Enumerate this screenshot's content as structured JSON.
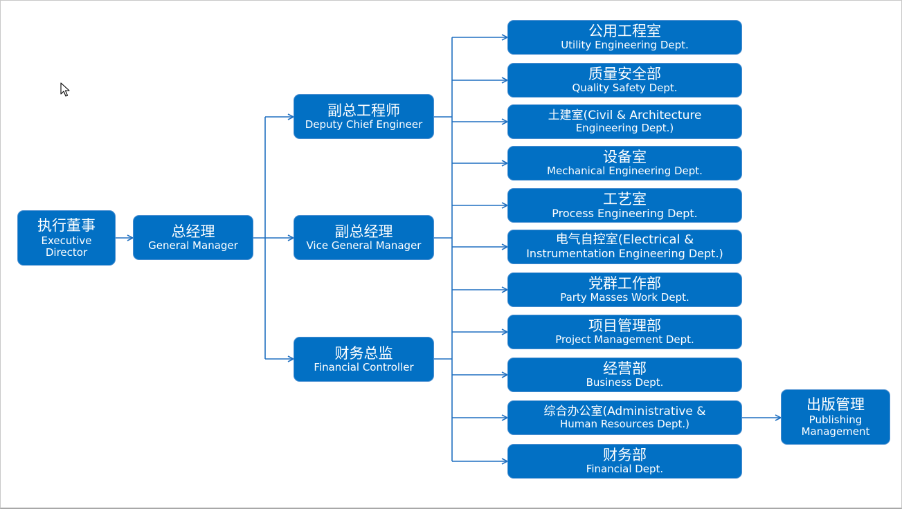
{
  "colors": {
    "box_fill": "#0270c4",
    "line": "#1f6fc0",
    "text": "#ffffff"
  },
  "cursor_icon": "mouse-pointer-icon",
  "nodes": {
    "executive_director": {
      "zh": "执行董事",
      "en": "Executive Director"
    },
    "general_manager": {
      "zh": "总经理",
      "en": "General Manager"
    },
    "deputy_chief_engineer": {
      "zh": "副总工程师",
      "en": "Deputy Chief Engineer"
    },
    "vice_general_manager": {
      "zh": "副总经理",
      "en": "Vice General Manager"
    },
    "financial_controller": {
      "zh": "财务总监",
      "en": "Financial Controller"
    },
    "publishing_management": {
      "zh": "出版管理",
      "en": "Publishing Management"
    }
  },
  "departments": [
    {
      "zh": "公用工程室",
      "en": "Utility Engineering Dept."
    },
    {
      "zh": "质量安全部",
      "en": "Quality Safety Dept."
    },
    {
      "line1": "土建室(Civil & Architecture",
      "line2": "Engineering Dept.)"
    },
    {
      "zh": "设备室",
      "en": "Mechanical Engineering Dept."
    },
    {
      "zh": "工艺室",
      "en": "Process Engineering Dept."
    },
    {
      "line1": "电气自控室(Electrical &",
      "line2": "Instrumentation Engineering Dept.)"
    },
    {
      "zh": "党群工作部",
      "en": "Party Masses Work Dept."
    },
    {
      "zh": "项目管理部",
      "en": "Project Management Dept."
    },
    {
      "zh": "经营部",
      "en": "Business Dept."
    },
    {
      "line1": "综合办公室(Administrative &",
      "line2": "Human Resources Dept.)"
    },
    {
      "zh": "财务部",
      "en": "Financial Dept."
    }
  ]
}
